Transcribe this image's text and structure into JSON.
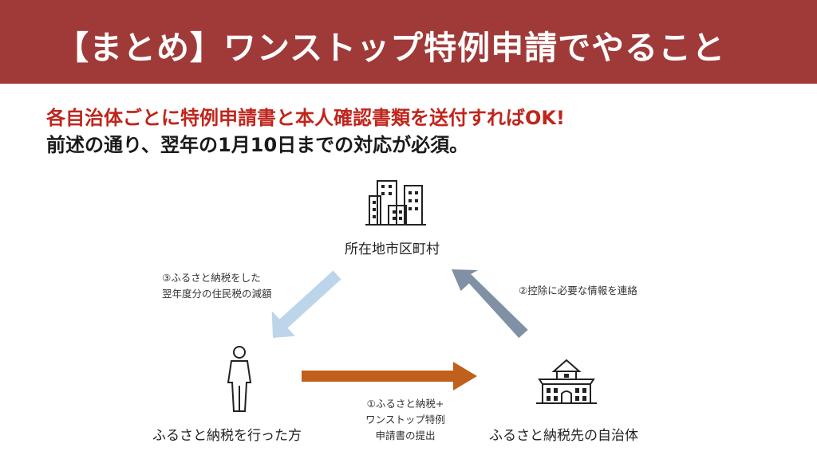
{
  "header": {
    "title": "【まとめ】ワンストップ特例申請でやること"
  },
  "subtitle": {
    "line1": "各自治体ごとに特例申請書と本人確認書類を送付すればOK!",
    "line2": "前述の通り、翌年の1月10日までの対応が必須。"
  },
  "nodes": {
    "municipality": {
      "label": "所在地市区町村",
      "icon": "buildings-icon"
    },
    "person": {
      "label": "ふるさと納税を行った方",
      "icon": "person-icon"
    },
    "destination": {
      "label": "ふるさと納税先の自治体",
      "icon": "city-hall-icon"
    }
  },
  "steps": {
    "step1": {
      "line1": "①ふるさと納税+",
      "line2": "ワンストップ特例",
      "line3": "申請書の提出",
      "color": "#c0601c"
    },
    "step2": {
      "line1": "②控除に必要な情報を連絡",
      "color": "#8090a5"
    },
    "step3": {
      "line1": "③ふるさと納税をした",
      "line2": "翌年度分の住民税の減額",
      "color": "#bcd5ea"
    }
  },
  "colors": {
    "header_bg": "#a03a38",
    "accent_red": "#c0251c"
  }
}
